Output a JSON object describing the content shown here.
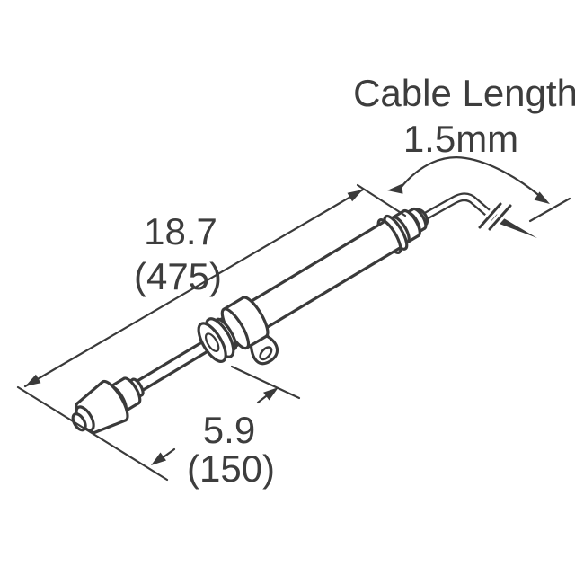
{
  "labels": {
    "cable_length_title": "Cable Length",
    "cable_length_value": "1.5mm"
  },
  "dimensions": {
    "body_length": {
      "inches": "18.7",
      "millimeters": "(475)"
    },
    "rod_extension": {
      "inches": "5.9",
      "millimeters": "(150)"
    }
  },
  "colors": {
    "line": "#3a3a3a",
    "text": "#3d3d3d",
    "background": "#ffffff",
    "shade": "#f6f6f5"
  }
}
